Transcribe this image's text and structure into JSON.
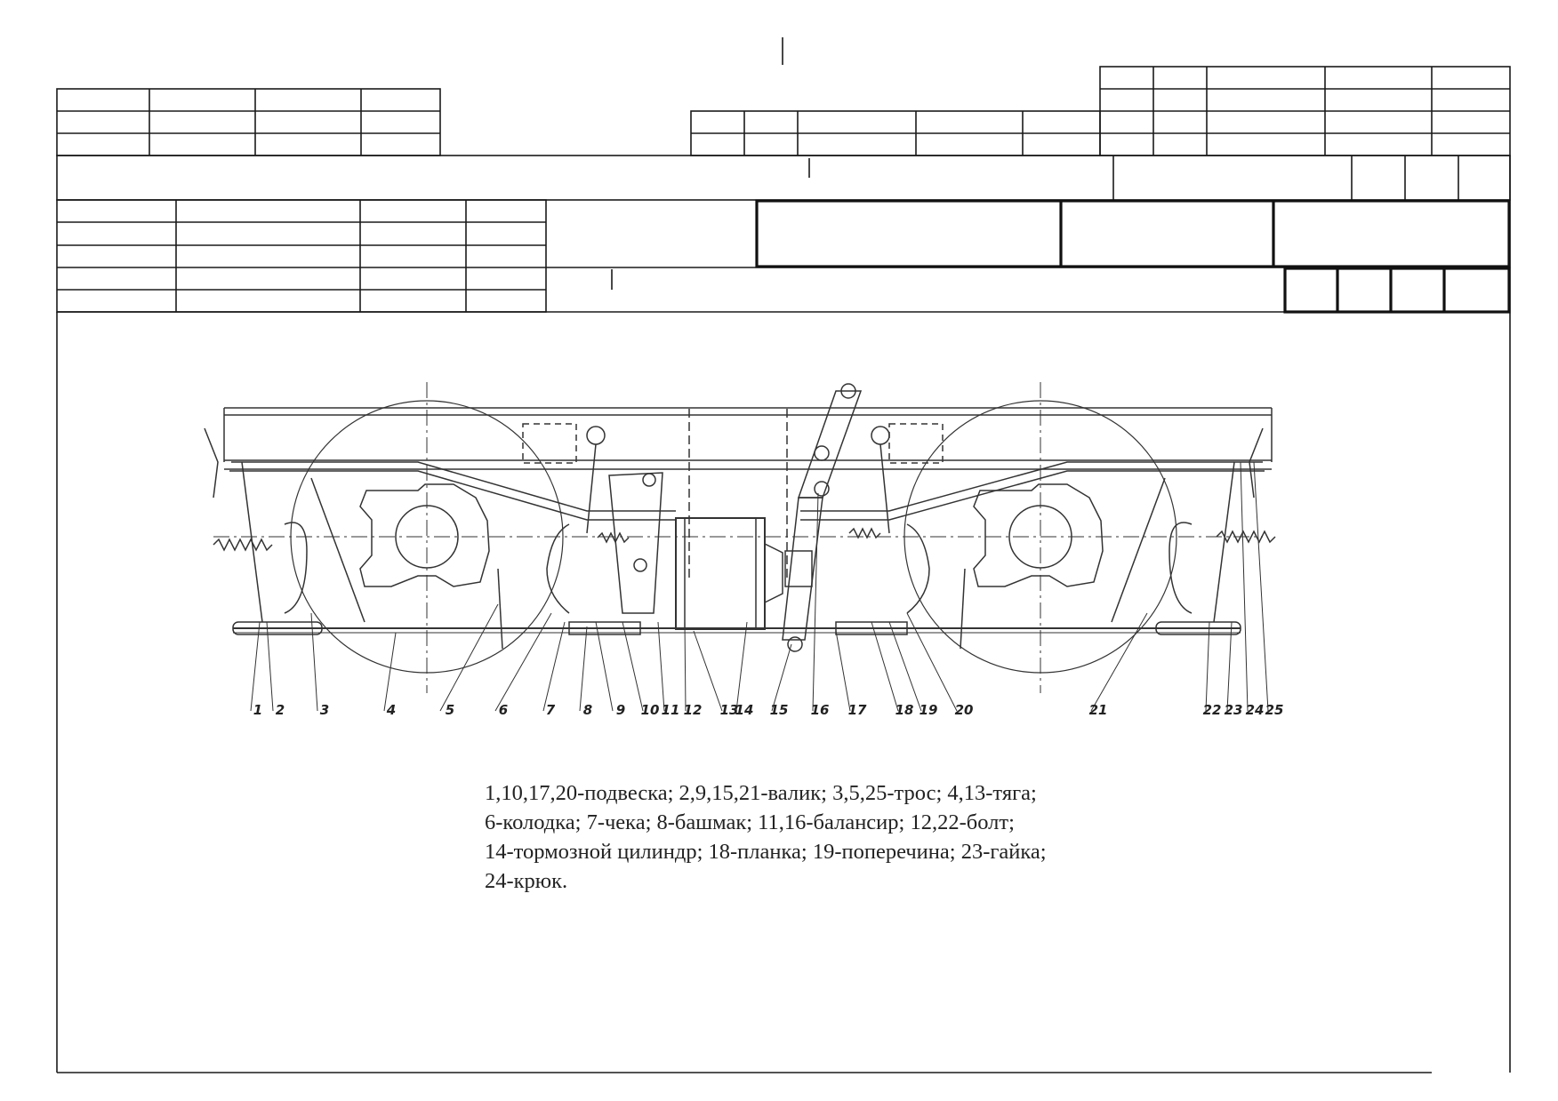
{
  "caption": {
    "lines": [
      "1,10,17,20-подвеска; 2,9,15,21-валик; 3,5,25-трос; 4,13-тяга;",
      "6-колодка; 7-чека; 8-башмак; 11,16-балансир; 12,22-болт;",
      "14-тормозной цилиндр; 18-планка; 19-поперечина; 23-гайка;",
      "24-крюк."
    ]
  },
  "callouts": [
    "1",
    "2",
    "3",
    "4",
    "5",
    "6",
    "7",
    "8",
    "9",
    "10",
    "11",
    "12",
    "13",
    "14",
    "15",
    "16",
    "17",
    "18",
    "19",
    "20",
    "21",
    "22",
    "23",
    "24",
    "25"
  ],
  "colors": {
    "ink": "#1a1a1a",
    "paper": "#ffffff",
    "drawing": "#333333"
  }
}
